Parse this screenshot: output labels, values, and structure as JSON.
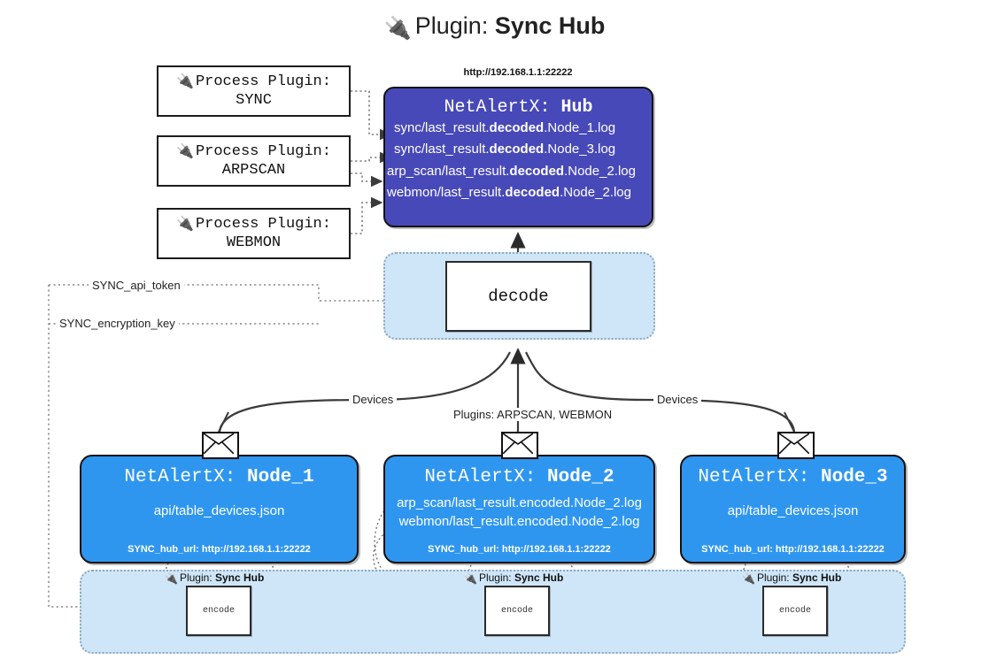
{
  "title": {
    "icon": "plug-icon",
    "prefix": "Plugin:",
    "name": "Sync Hub"
  },
  "process_plugins": [
    {
      "label": "Process Plugin:",
      "name": "SYNC",
      "icon": "plug-icon"
    },
    {
      "label": "Process Plugin:",
      "name": "ARPSCAN",
      "icon": "plug-icon"
    },
    {
      "label": "Process Plugin:",
      "name": "WEBMON",
      "icon": "plug-icon"
    }
  ],
  "hub": {
    "url": "http://192.168.1.1:22222",
    "title_prefix": "NetAlertX:",
    "title_name": "Hub",
    "lines": [
      {
        "pre": "sync/last_result.",
        "em": "decoded",
        "post": ".Node_1.log"
      },
      {
        "pre": "sync/last_result.",
        "em": "decoded",
        "post": ".Node_3.log"
      },
      {
        "pre": "arp_scan/last_result.",
        "em": "decoded",
        "post": ".Node_2.log"
      },
      {
        "pre": "webmon/last_result.",
        "em": "decoded",
        "post": ".Node_2.log"
      }
    ]
  },
  "decode": {
    "label": "decode"
  },
  "secrets": [
    {
      "label": "SYNC_api_token"
    },
    {
      "label": "SYNC_encryption_key"
    }
  ],
  "edge_labels": {
    "devices_left": "Devices",
    "devices_right": "Devices",
    "plugins_center": "Plugins: ARPSCAN, WEBMON"
  },
  "nodes": [
    {
      "title_prefix": "NetAlertX:",
      "title_name": "Node_1",
      "lines": [
        "api/table_devices.json"
      ],
      "footer": "SYNC_hub_url: http://192.168.1.1:22222",
      "icon": "envelope-icon"
    },
    {
      "title_prefix": "NetAlertX:",
      "title_name": "Node_2",
      "lines": [
        "arp_scan/last_result.encoded.Node_2.log",
        "webmon/last_result.encoded.Node_2.log"
      ],
      "footer": "SYNC_hub_url: http://192.168.1.1:22222",
      "icon": "envelope-icon"
    },
    {
      "title_prefix": "NetAlertX:",
      "title_name": "Node_3",
      "lines": [
        "api/table_devices.json"
      ],
      "footer": "SYNC_hub_url: http://192.168.1.1:22222",
      "icon": "envelope-icon"
    }
  ],
  "plugin_instances": [
    {
      "prefix": "Plugin:",
      "name": "Sync Hub",
      "box": "encode",
      "icon": "plug-icon"
    },
    {
      "prefix": "Plugin:",
      "name": "Sync Hub",
      "box": "encode",
      "icon": "plug-icon"
    },
    {
      "prefix": "Plugin:",
      "name": "Sync Hub",
      "box": "encode",
      "icon": "plug-icon"
    }
  ],
  "colors": {
    "hub_fill": "#4849b8",
    "node_fill": "#2f96f0",
    "container_fill": "#cfe6f9",
    "stroke": "#121212",
    "dotted": "#8fa8bb"
  }
}
